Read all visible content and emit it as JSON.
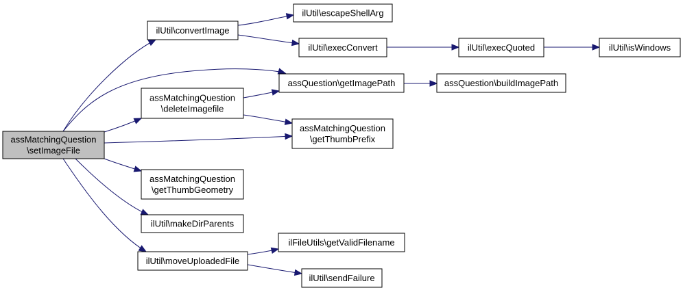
{
  "graph": {
    "nodes": [
      {
        "id": "setImageFile",
        "lines": [
          "assMatchingQuestion",
          "\\setImageFile"
        ],
        "root": true
      },
      {
        "id": "convertImage",
        "lines": [
          "ilUtil\\convertImage"
        ]
      },
      {
        "id": "escapeShellArg",
        "lines": [
          "ilUtil\\escapeShellArg"
        ]
      },
      {
        "id": "execConvert",
        "lines": [
          "ilUtil\\execConvert"
        ]
      },
      {
        "id": "execQuoted",
        "lines": [
          "ilUtil\\execQuoted"
        ]
      },
      {
        "id": "isWindows",
        "lines": [
          "ilUtil\\isWindows"
        ]
      },
      {
        "id": "getImagePath",
        "lines": [
          "assQuestion\\getImagePath"
        ]
      },
      {
        "id": "buildImagePath",
        "lines": [
          "assQuestion\\buildImagePath"
        ]
      },
      {
        "id": "deleteImagefile",
        "lines": [
          "assMatchingQuestion",
          "\\deleteImagefile"
        ]
      },
      {
        "id": "getThumbPrefix",
        "lines": [
          "assMatchingQuestion",
          "\\getThumbPrefix"
        ]
      },
      {
        "id": "getThumbGeometry",
        "lines": [
          "assMatchingQuestion",
          "\\getThumbGeometry"
        ]
      },
      {
        "id": "makeDirParents",
        "lines": [
          "ilUtil\\makeDirParents"
        ]
      },
      {
        "id": "moveUploadedFile",
        "lines": [
          "ilUtil\\moveUploadedFile"
        ]
      },
      {
        "id": "getValidFilename",
        "lines": [
          "ilFileUtils\\getValidFilename"
        ]
      },
      {
        "id": "sendFailure",
        "lines": [
          "ilUtil\\sendFailure"
        ]
      }
    ],
    "edges": [
      [
        "setImageFile",
        "convertImage"
      ],
      [
        "setImageFile",
        "getImagePath"
      ],
      [
        "setImageFile",
        "deleteImagefile"
      ],
      [
        "setImageFile",
        "getThumbPrefix"
      ],
      [
        "setImageFile",
        "getThumbGeometry"
      ],
      [
        "setImageFile",
        "makeDirParents"
      ],
      [
        "setImageFile",
        "moveUploadedFile"
      ],
      [
        "convertImage",
        "escapeShellArg"
      ],
      [
        "convertImage",
        "execConvert"
      ],
      [
        "execConvert",
        "execQuoted"
      ],
      [
        "execQuoted",
        "isWindows"
      ],
      [
        "getImagePath",
        "buildImagePath"
      ],
      [
        "deleteImagefile",
        "getImagePath"
      ],
      [
        "deleteImagefile",
        "getThumbPrefix"
      ],
      [
        "moveUploadedFile",
        "getValidFilename"
      ],
      [
        "moveUploadedFile",
        "sendFailure"
      ]
    ],
    "colors": {
      "edge": "#191970",
      "node_border": "#000000",
      "node_fill": "#ffffff",
      "root_fill": "#bfbfbf"
    }
  }
}
